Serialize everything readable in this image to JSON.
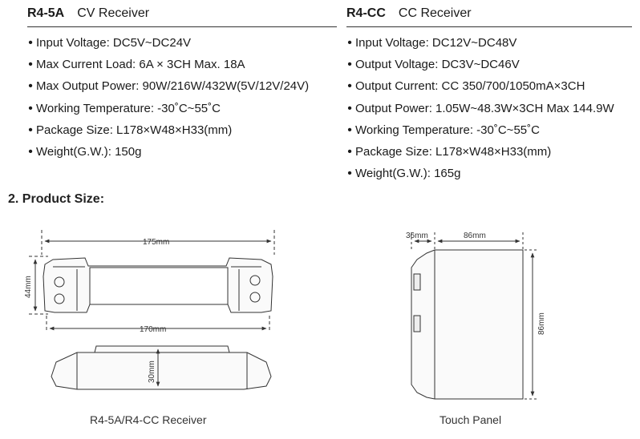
{
  "cv_receiver": {
    "model": "R4-5A",
    "type": "CV Receiver",
    "specs": [
      "Input Voltage: DC5V~DC24V",
      "Max Current Load: 6A × 3CH  Max. 18A",
      "Max Output Power: 90W/216W/432W(5V/12V/24V)",
      "Working Temperature: -30˚C~55˚C",
      "Package Size: L178×W48×H33(mm)",
      "Weight(G.W.): 150g"
    ]
  },
  "cc_receiver": {
    "model": "R4-CC",
    "type": "CC Receiver",
    "specs": [
      "Input Voltage: DC12V~DC48V",
      "Output Voltage: DC3V~DC46V",
      "Output Current: CC 350/700/1050mA×3CH",
      "Output Power: 1.05W~48.3W×3CH Max 144.9W",
      "Working Temperature: -30˚C~55˚C",
      "Package Size: L178×W48×H33(mm)",
      "Weight(G.W.): 165g"
    ]
  },
  "section": {
    "title": "2. Product Size:"
  },
  "receiver_drawing": {
    "width_overall": "175mm",
    "height": "44mm",
    "width_body": "170mm",
    "side_height": "30mm",
    "caption": "R4-5A/R4-CC Receiver"
  },
  "panel_drawing": {
    "depth": "36mm",
    "width": "86mm",
    "height": "86mm",
    "caption": "Touch Panel"
  },
  "icons": {
    "bullet": "bullet-icon"
  }
}
